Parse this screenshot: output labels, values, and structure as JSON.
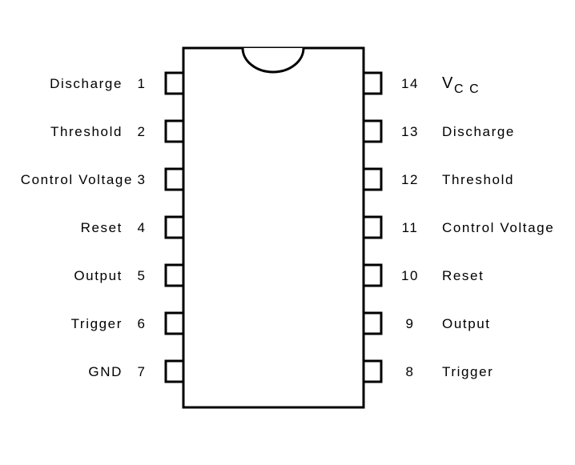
{
  "chip": {
    "left_pins": [
      {
        "number": "1",
        "name": "Discharge"
      },
      {
        "number": "2",
        "name": "Threshold"
      },
      {
        "number": "3",
        "name": "Control Voltage"
      },
      {
        "number": "4",
        "name": "Reset"
      },
      {
        "number": "5",
        "name": "Output"
      },
      {
        "number": "6",
        "name": "Trigger"
      },
      {
        "number": "7",
        "name": "GND"
      }
    ],
    "right_pins": [
      {
        "number": "14",
        "name": "V",
        "subscript": "C C"
      },
      {
        "number": "13",
        "name": "Discharge"
      },
      {
        "number": "12",
        "name": "Threshold"
      },
      {
        "number": "11",
        "name": "Control Voltage"
      },
      {
        "number": "10",
        "name": "Reset"
      },
      {
        "number": "9",
        "name": "Output"
      },
      {
        "number": "8",
        "name": "Trigger"
      }
    ]
  }
}
